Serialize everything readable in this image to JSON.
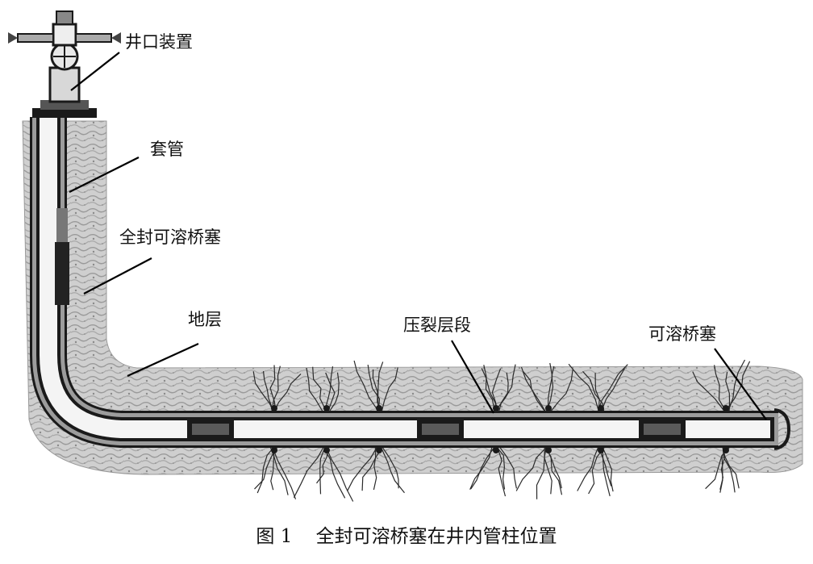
{
  "labels": {
    "wellhead": "井口装置",
    "casing": "套管",
    "full_seal_plug": "全封可溶桥塞",
    "formation": "地层",
    "frac_stage": "压裂层段",
    "dissolvable_plug": "可溶桥塞"
  },
  "caption": {
    "fig_no": "图 1",
    "title": "全封可溶桥塞在井内管柱位置"
  },
  "colors": {
    "formation_fill": "#c8c8c8",
    "formation_dark": "#8a8a8a",
    "pipe_dark": "#1a1a1a",
    "pipe_inner": "#f4f4f4",
    "leader": "#000000"
  }
}
